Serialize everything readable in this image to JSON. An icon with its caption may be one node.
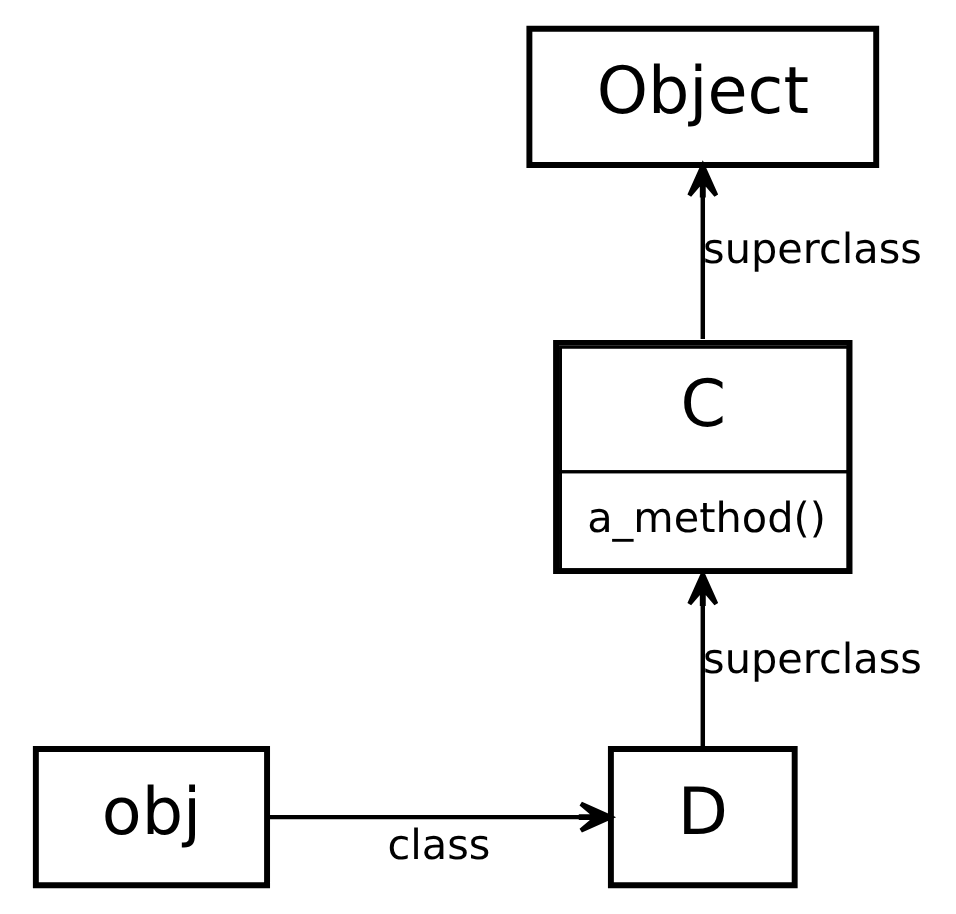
{
  "diagram": {
    "nodes": [
      {
        "text": [
          "Object"
        ]
      },
      {
        "text": [
          "C",
          "a_method()"
        ]
      },
      {
        "text": [
          "D"
        ]
      },
      {
        "text": [
          "obj"
        ]
      }
    ],
    "edges": [
      {
        "from": 1,
        "to": 0,
        "arrow": "to",
        "label": "superclass"
      },
      {
        "from": 2,
        "to": 1,
        "arrow": "to",
        "label": "superclass"
      },
      {
        "from": 3,
        "to": 2,
        "arrow": "to",
        "label": "class"
      }
    ]
  }
}
